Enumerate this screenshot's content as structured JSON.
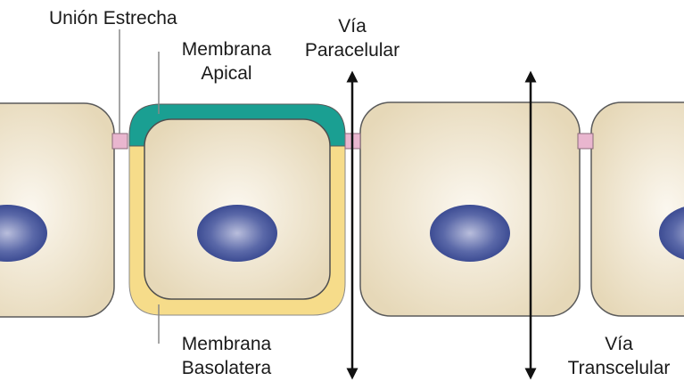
{
  "labels": {
    "tight_junction": "Unión Estrecha",
    "apical_membrane_line1": "Membrana",
    "apical_membrane_line2": "Apical",
    "paracellular_line1": "Vía",
    "paracellular_line2": "Paracelular",
    "basolateral_membrane_line1": "Membrana",
    "basolateral_membrane_line2": "Basolatera",
    "transcellular_line1": "Vía",
    "transcellular_line2": "Transcelular"
  },
  "colors": {
    "cytoplasm": "#e8dcbf",
    "cytoplasm_center": "#fbf7ef",
    "cell_outline": "#5a5a5a",
    "apical_membrane": "#1a9f92",
    "basolateral_membrane": "#f6dc8a",
    "tight_junction": "#e9b6cf",
    "nucleus": "#3f4f98",
    "nucleus_highlight": "#b8bddb",
    "arrow": "#111111"
  }
}
